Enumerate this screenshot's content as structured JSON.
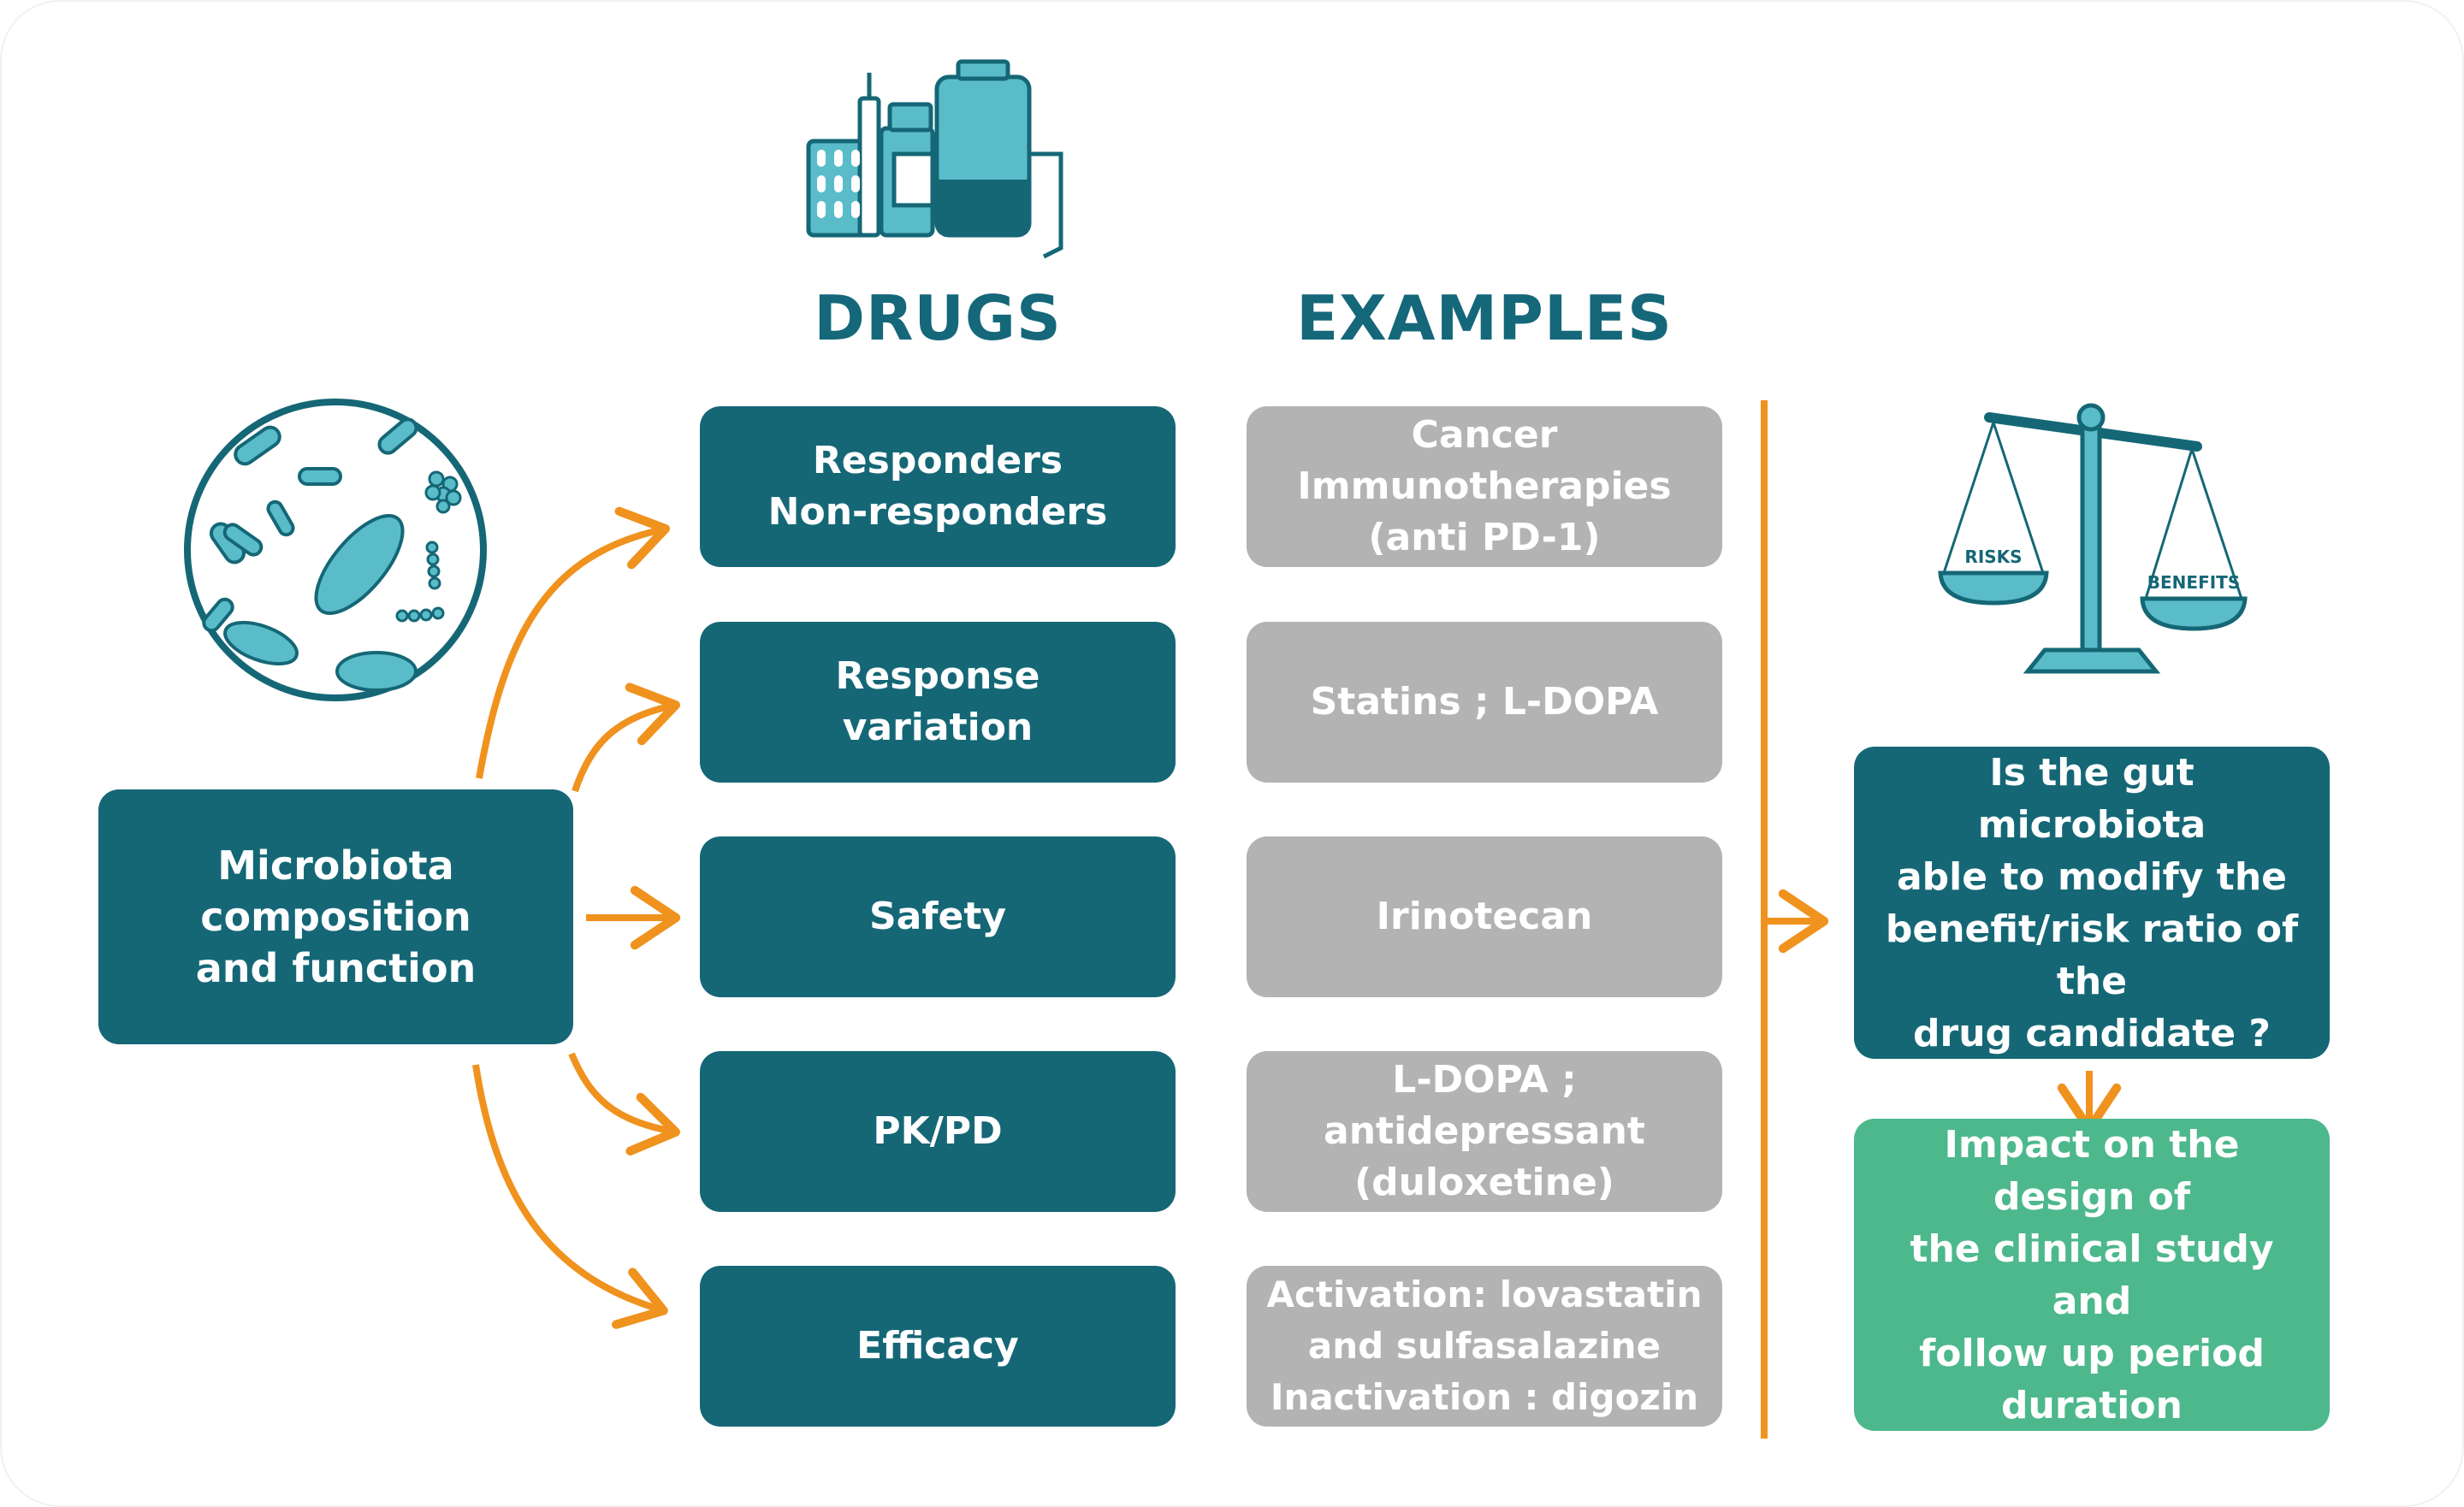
{
  "headings": {
    "drugs": "DRUGS",
    "examples": "EXAMPLES"
  },
  "source": {
    "label": "Microbiota composition\nand function"
  },
  "drugs": [
    {
      "label": "Responders\nNon-responders"
    },
    {
      "label": "Response\nvariation"
    },
    {
      "label": "Safety"
    },
    {
      "label": "PK/PD"
    },
    {
      "label": "Efficacy"
    }
  ],
  "examples": [
    {
      "label": "Cancer\nImmunotherapies\n(anti PD-1)"
    },
    {
      "label": "Statins ; L-DOPA"
    },
    {
      "label": "Irinotecan"
    },
    {
      "label": "L-DOPA ;\nantidepressant\n(duloxetine)"
    },
    {
      "label": "Activation: lovastatin\nand sulfasalazine\nInactivation : digozin"
    }
  ],
  "question": {
    "label": "Is the gut microbiota\nable to modify the\nbenefit/risk ratio of the\ndrug candidate ?"
  },
  "impact": {
    "label": "Impact on the design of\nthe clinical study and\nfollow up period\nduration"
  },
  "scale": {
    "left_pan": "RISKS",
    "right_pan": "BENEFITS"
  },
  "icons": [
    "microbiota-circle-icon",
    "drugs-icon",
    "balance-scale-icon"
  ],
  "colors": {
    "teal": "#156776",
    "grey": "#b3b3b3",
    "green": "#4db88c",
    "orange": "#f0921e",
    "light_teal": "#5bbcc9"
  }
}
